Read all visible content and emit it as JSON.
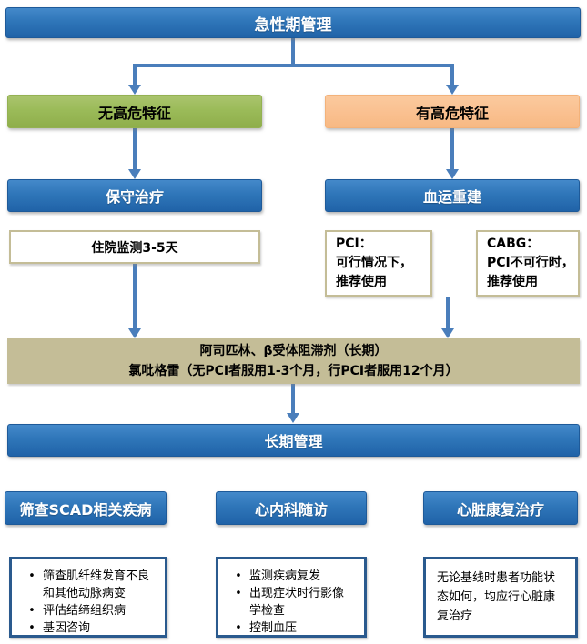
{
  "palette": {
    "node_blue": "#2F76B9",
    "node_green": "#9BBB59",
    "node_orange": "#FAC090",
    "node_tan": "#C4BD97",
    "connector_blue": "#4A7EBB",
    "border_blue": "#2A5A8E",
    "border_tan": "#C4BD97",
    "text_on_blue": "#FFFFFF",
    "text_on_light": "#000000"
  },
  "glyphs": {
    "bullet": "•"
  },
  "flowchart": {
    "acute": {
      "label": "急性期管理"
    },
    "no_high_risk": {
      "label": "无高危特征"
    },
    "high_risk": {
      "label": "有高危特征"
    },
    "conservative": {
      "label": "保守治疗"
    },
    "revascularization": {
      "label": "血运重建"
    },
    "monitoring": {
      "label": "住院监测3-5天"
    },
    "pci": {
      "lines": [
        "PCI：",
        "可行情况下，",
        "推荐使用"
      ]
    },
    "cabg": {
      "lines": [
        "CABG：",
        "PCI不可行时，",
        "推荐使用"
      ]
    },
    "medication": {
      "lines": [
        "阿司匹林、β受体阻滞剂（长期）",
        "氯吡格雷（无PCI者服用1-3个月，行PCI者服用12个月）"
      ]
    },
    "long_term": {
      "label": "长期管理"
    },
    "columns": [
      {
        "header": "筛查SCAD相关疾病",
        "bullets": [
          "筛查肌纤维发育不良和其他动脉病变",
          "评估结缔组织病",
          "基因咨询"
        ]
      },
      {
        "header": "心内科随访",
        "bullets": [
          "监测疾病复发",
          "出现症状时行影像学检查",
          "控制血压"
        ]
      },
      {
        "header": "心脏康复治疗",
        "text": "无论基线时患者功能状态如何，均应行心脏康复治疗"
      }
    ]
  }
}
